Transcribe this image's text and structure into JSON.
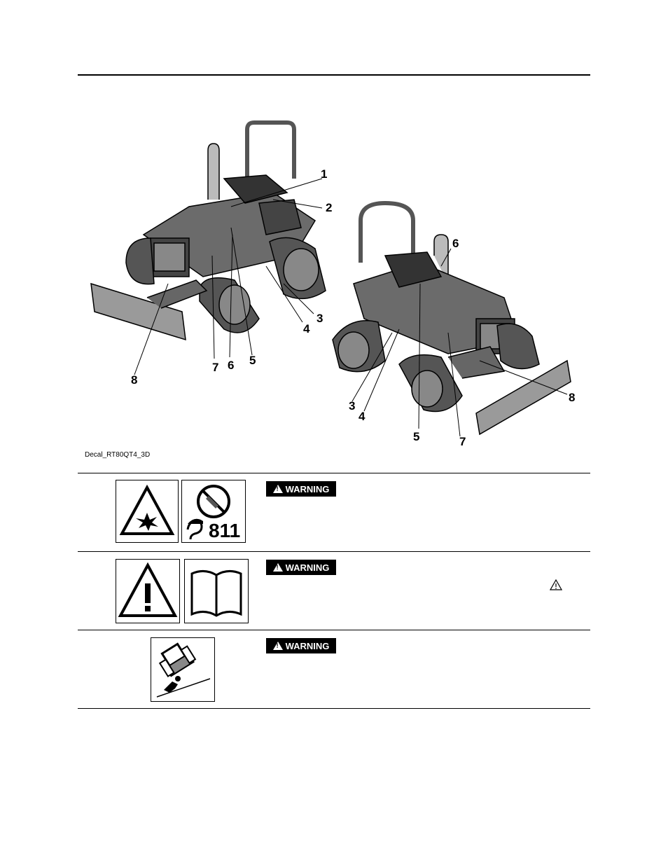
{
  "figure": {
    "caption": "Decal_RT80QT4_3D",
    "callouts_left": [
      "1",
      "2",
      "3",
      "4",
      "5",
      "6",
      "7",
      "8"
    ],
    "callouts_right": [
      "6",
      "8",
      "3",
      "4",
      "5",
      "7"
    ]
  },
  "decals": [
    {
      "badge_label": "WARNING",
      "icons": [
        "explosion-hazard-icon",
        "no-dig-call-811-icon"
      ],
      "call_number": "811"
    },
    {
      "badge_label": "WARNING",
      "icons": [
        "general-alert-icon",
        "read-manual-icon"
      ]
    },
    {
      "badge_label": "WARNING",
      "icons": [
        "rollover-hazard-icon"
      ]
    }
  ]
}
